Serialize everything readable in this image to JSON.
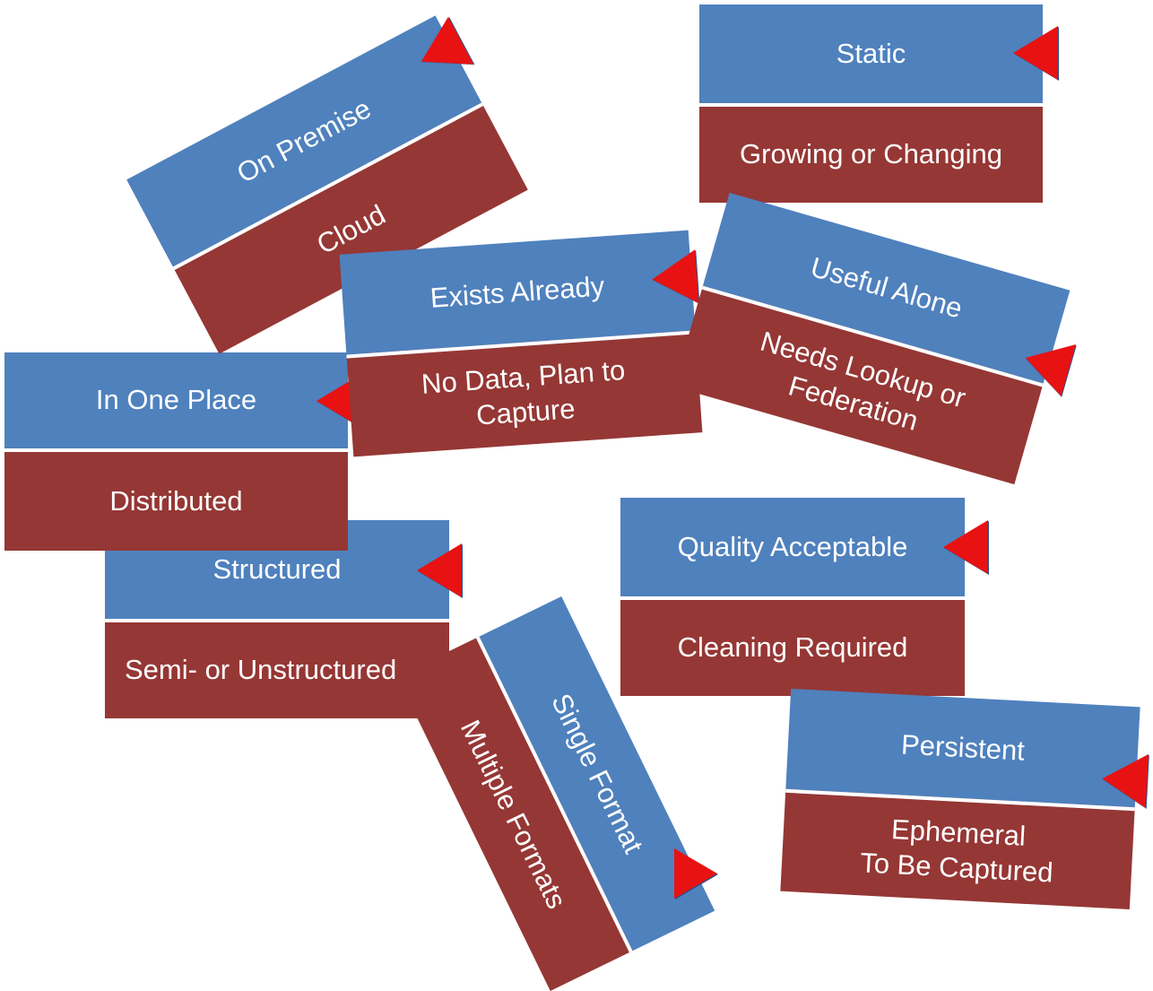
{
  "cards": {
    "location": {
      "option_a": "On Premise",
      "option_b": "Cloud"
    },
    "change": {
      "option_a": "Static",
      "option_b": "Growing or Changing"
    },
    "existence": {
      "option_a": "Exists Already",
      "option_b": "No Data, Plan to\nCapture"
    },
    "usefulness": {
      "option_a": "Useful Alone",
      "option_b": "Needs Lookup or\nFederation"
    },
    "placement": {
      "option_a": "In One Place",
      "option_b": "Distributed"
    },
    "structure": {
      "option_a": "Structured",
      "option_b": "Semi- or Unstructured"
    },
    "format": {
      "option_a": "Single Format",
      "option_b": "Multiple Formats"
    },
    "quality": {
      "option_a": "Quality Acceptable",
      "option_b": "Cleaning Required"
    },
    "persistence": {
      "option_a": "Persistent",
      "option_b": "Ephemeral\nTo Be Captured"
    }
  },
  "colors": {
    "option_a_fill": "#4f81bd",
    "option_b_fill": "#953735",
    "marker": "#e81212",
    "text": "#ffffff"
  },
  "icons": {
    "selector": "red-triangle-marker-icon"
  }
}
